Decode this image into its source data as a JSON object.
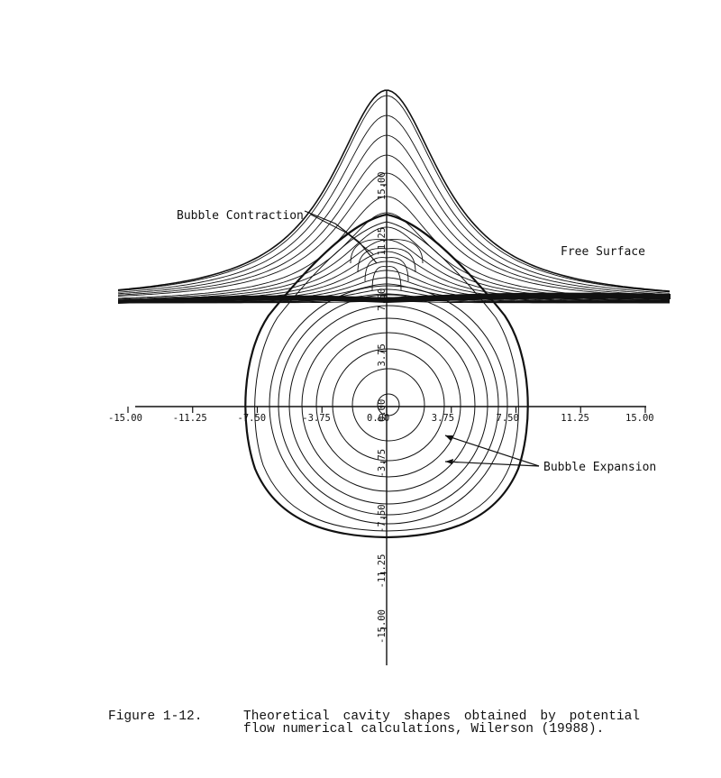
{
  "figure": {
    "annotations": {
      "bubble_contraction": "Bubble Contraction",
      "free_surface": "Free Surface",
      "bubble_expansion": "Bubble Expansion"
    },
    "x_axis": {
      "ticks": [
        -15.0,
        -11.25,
        -7.5,
        -3.75,
        0.0,
        3.75,
        7.5,
        11.25,
        15.0
      ],
      "labels": [
        "-15.00",
        "-11.25",
        "-7.50",
        "-3.75",
        "0.00",
        "3.75",
        "7.50",
        "11.25",
        "15.00"
      ]
    },
    "y_axis": {
      "ticks": [
        -15.0,
        -11.25,
        -7.5,
        -3.75,
        0.0,
        3.75,
        7.5,
        11.25,
        15.0
      ],
      "labels": [
        "-15.00",
        "-11.25",
        "-7.50",
        "-3.75",
        "0.00",
        "3.75",
        "7.50",
        "11.25",
        "15.00"
      ]
    }
  },
  "caption": {
    "label": "Figure 1-12.",
    "text": "Theoretical cavity shapes obtained by potential flow numerical calculations, Wilerson (19988)."
  }
}
